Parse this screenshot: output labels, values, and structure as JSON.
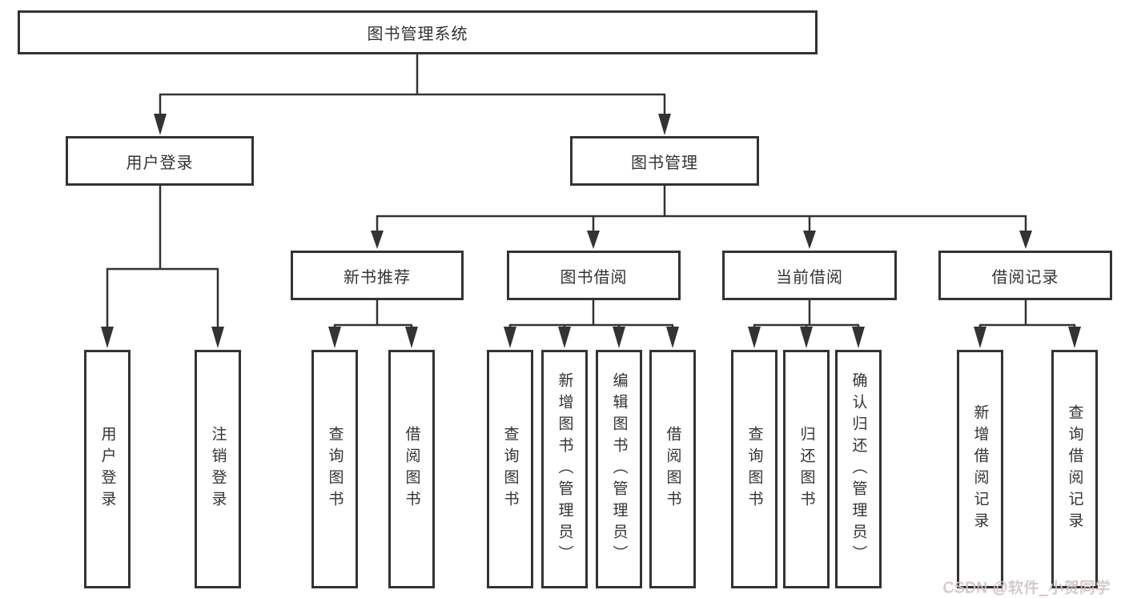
{
  "tree": {
    "root": "图书管理系统",
    "branches": [
      {
        "label": "用户登录",
        "children": [
          "用户登录",
          "注销登录"
        ]
      },
      {
        "label": "图书管理",
        "groups": [
          {
            "label": "新书推荐",
            "children": [
              "查询图书",
              "借阅图书"
            ]
          },
          {
            "label": "图书借阅",
            "children": [
              "查询图书",
              "新增图书（管理员）",
              "编辑图书（管理员）",
              "借阅图书"
            ]
          },
          {
            "label": "当前借阅",
            "children": [
              "查询图书",
              "归还图书",
              "确认归还（管理员）"
            ]
          },
          {
            "label": "借阅记录",
            "children": [
              "新增借阅记录",
              "查询借阅记录"
            ]
          }
        ]
      }
    ]
  },
  "watermark": {
    "text": "CSDN @软件_小贺同学"
  },
  "colors": {
    "line": "#333333",
    "text": "#333333",
    "background": "#ffffff",
    "watermark": "#c9c9c9"
  }
}
